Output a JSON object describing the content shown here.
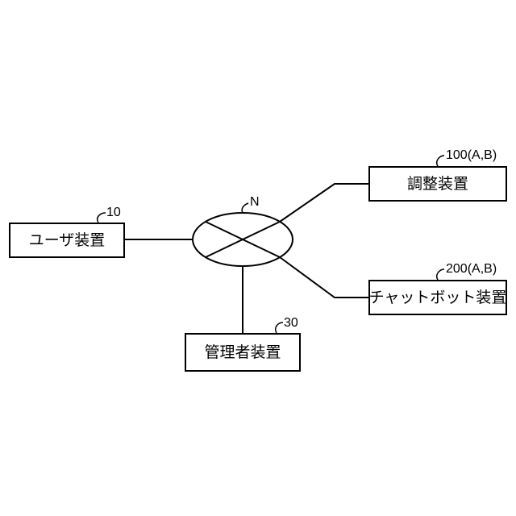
{
  "network": {
    "ref": "N"
  },
  "nodes": {
    "user_device": {
      "label": "ユーザ装置",
      "ref": "10"
    },
    "adjustment_device": {
      "label": "調整装置",
      "ref": "100(A,B)"
    },
    "chatbot_device": {
      "label": "チャットボット装置",
      "ref": "200(A,B)"
    },
    "admin_device": {
      "label": "管理者装置",
      "ref": "30"
    }
  },
  "colors": {
    "stroke": "#000000",
    "background": "#ffffff"
  }
}
